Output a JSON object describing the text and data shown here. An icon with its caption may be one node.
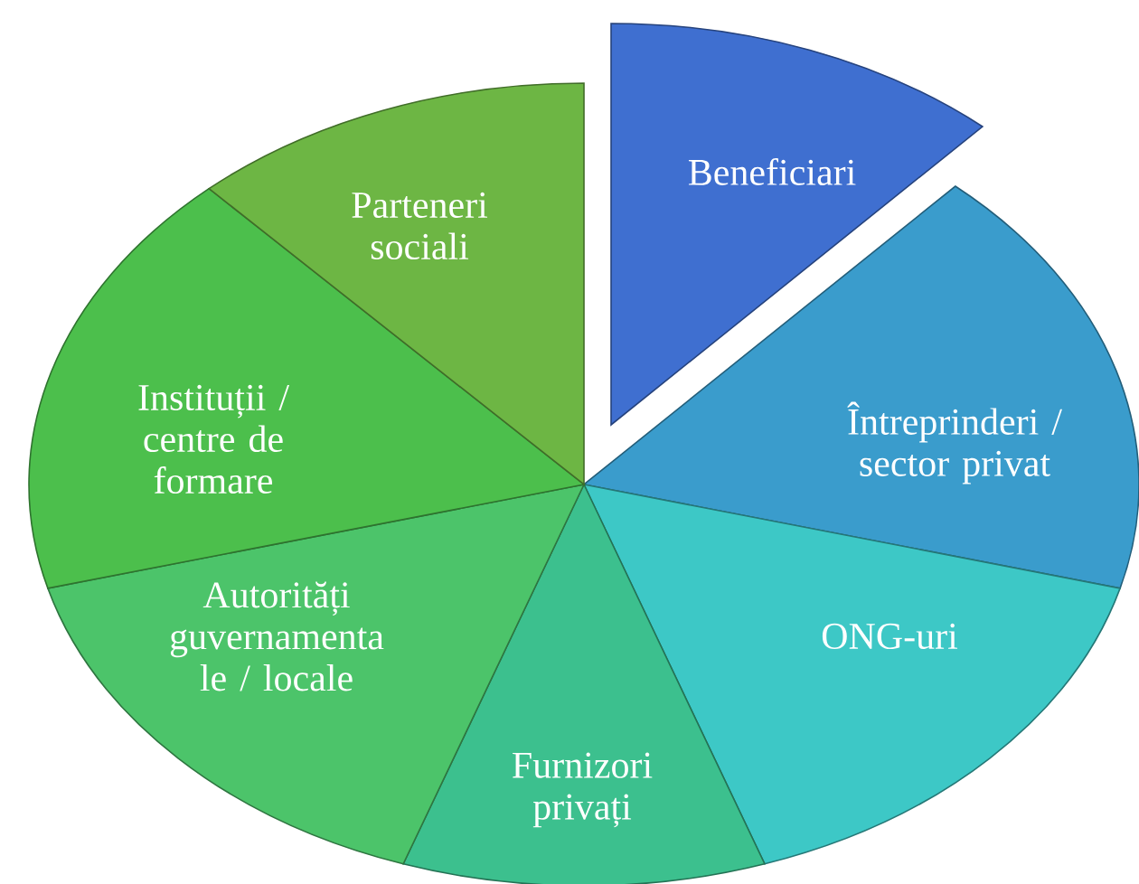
{
  "diagram": {
    "nodes": [
      {
        "text": [
          "Beneficiari"
        ]
      },
      {
        "text": [
          "Întreprinderi / sector privat"
        ]
      },
      {
        "text": [
          "ONG-uri"
        ]
      },
      {
        "text": [
          "Furnizori privați"
        ]
      },
      {
        "text": [
          "Autorități guvernamenta le / locale"
        ]
      },
      {
        "text": [
          "Instituții / centre de formare"
        ]
      },
      {
        "text": [
          "Parteneri sociali"
        ]
      }
    ]
  }
}
